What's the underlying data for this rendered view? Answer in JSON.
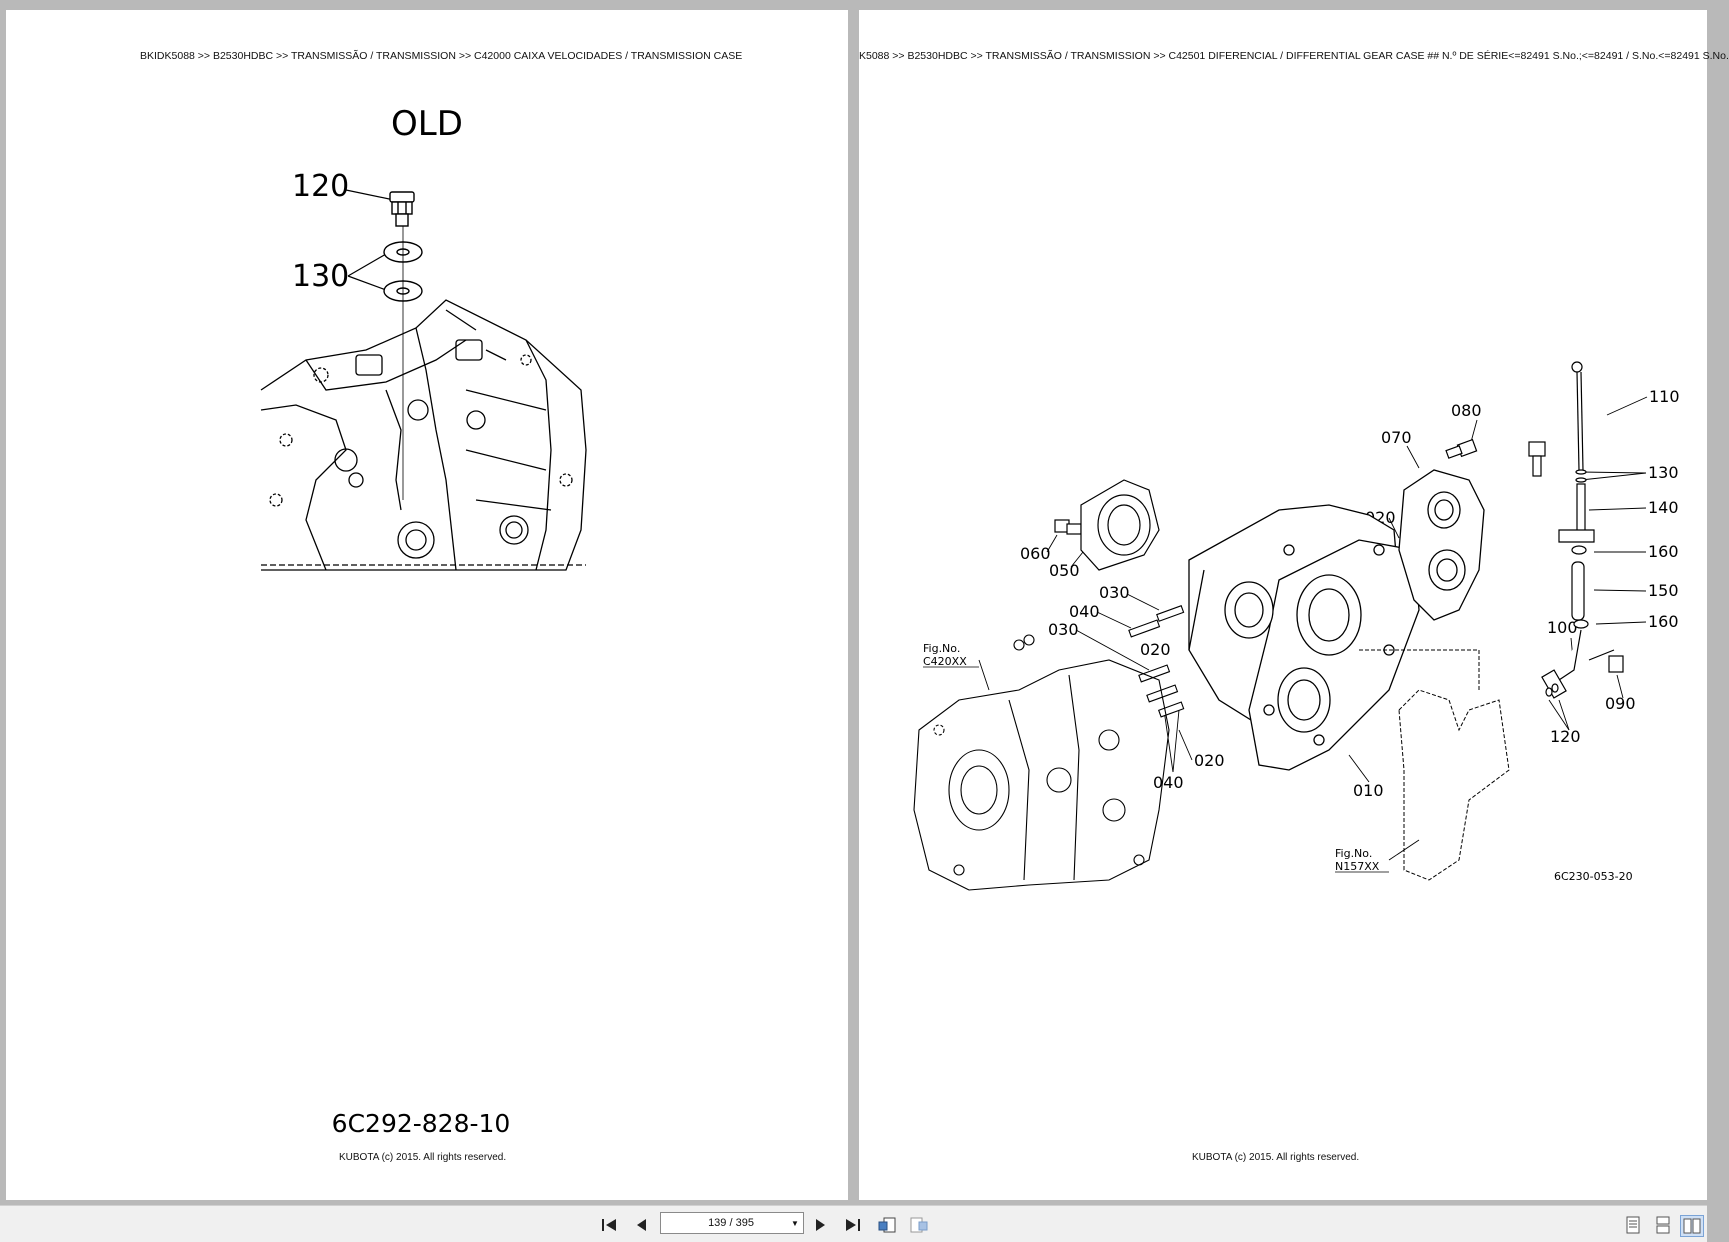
{
  "left_page": {
    "breadcrumb": "BKIDK5088 >> B2530HDBC >> TRANSMISSÃO / TRANSMISSION >> C42000   CAIXA VELOCIDADES / TRANSMISSION CASE",
    "old_label": "OLD",
    "callouts": [
      "120",
      "130"
    ],
    "part_number": "6C292-828-10",
    "copyright": "KUBOTA (c) 2015. All rights reserved."
  },
  "right_page": {
    "breadcrumb": "K5088 >> B2530HDBC >> TRANSMISSÃO / TRANSMISSION >> C42501   DIFERENCIAL / DIFFERENTIAL GEAR CASE ## N.º DE SÉRIE<=82491 S.No.;<=82491 / S.No.<=82491 S.No.",
    "callouts": [
      "110",
      "080",
      "070",
      "130",
      "140",
      "020",
      "160",
      "060",
      "050",
      "020",
      "150",
      "030",
      "040",
      "020",
      "030",
      "160",
      "100",
      "090",
      "120",
      "020",
      "040",
      "010"
    ],
    "fig_ref_1": [
      "Fig.No.",
      "C420XX"
    ],
    "fig_ref_2": [
      "Fig.No.",
      "N157XX"
    ],
    "drawing_code": "6C230-053-20",
    "copyright": "KUBOTA (c) 2015. All rights reserved."
  },
  "toolbar": {
    "page_indicator": "139 / 395",
    "icons": [
      "first-page-icon",
      "previous-page-icon",
      "next-page-icon",
      "last-page-icon",
      "go-back-view-icon",
      "go-forward-view-icon",
      "single-page-view-icon",
      "continuous-view-icon",
      "two-page-view-icon"
    ]
  }
}
